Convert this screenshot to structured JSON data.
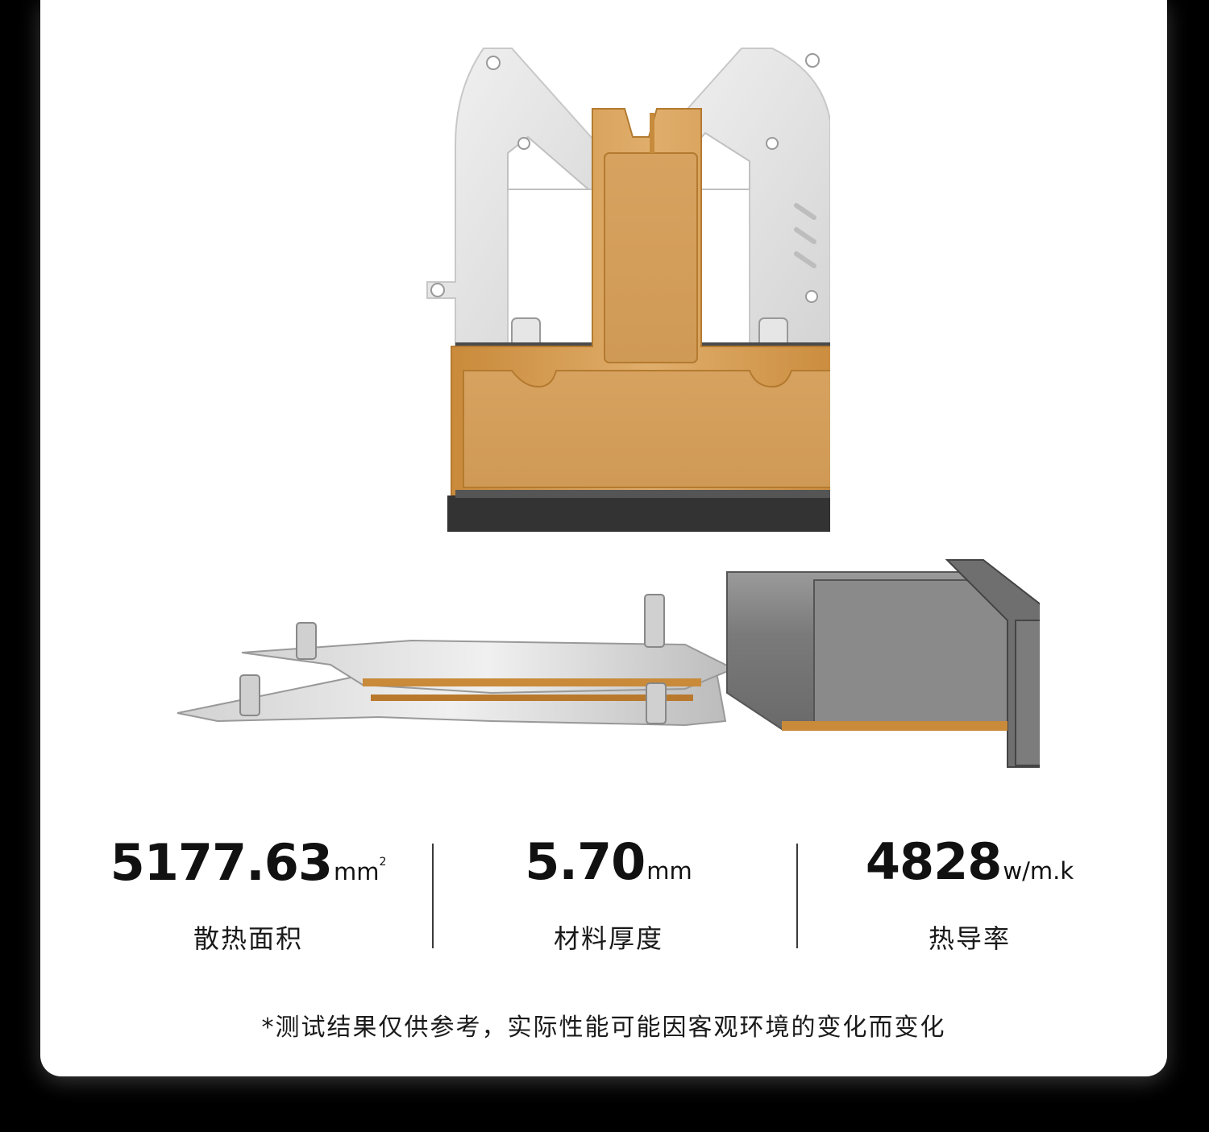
{
  "stats": [
    {
      "value": "5177.63",
      "unit": "mm",
      "unit_sup": "2",
      "label": "散热面积"
    },
    {
      "value": "5.70",
      "unit": "mm",
      "unit_sup": "",
      "label": "材料厚度"
    },
    {
      "value": "4828",
      "unit": "w/m.k",
      "unit_sup": "",
      "label": "热导率"
    }
  ],
  "note": "*测试结果仅供参考，实际性能可能因客观环境的变化而变化",
  "colors": {
    "background": "#000000",
    "card": "#ffffff",
    "copper": "#d8a464",
    "steel": "#dedede",
    "dark_gray": "#707070"
  }
}
